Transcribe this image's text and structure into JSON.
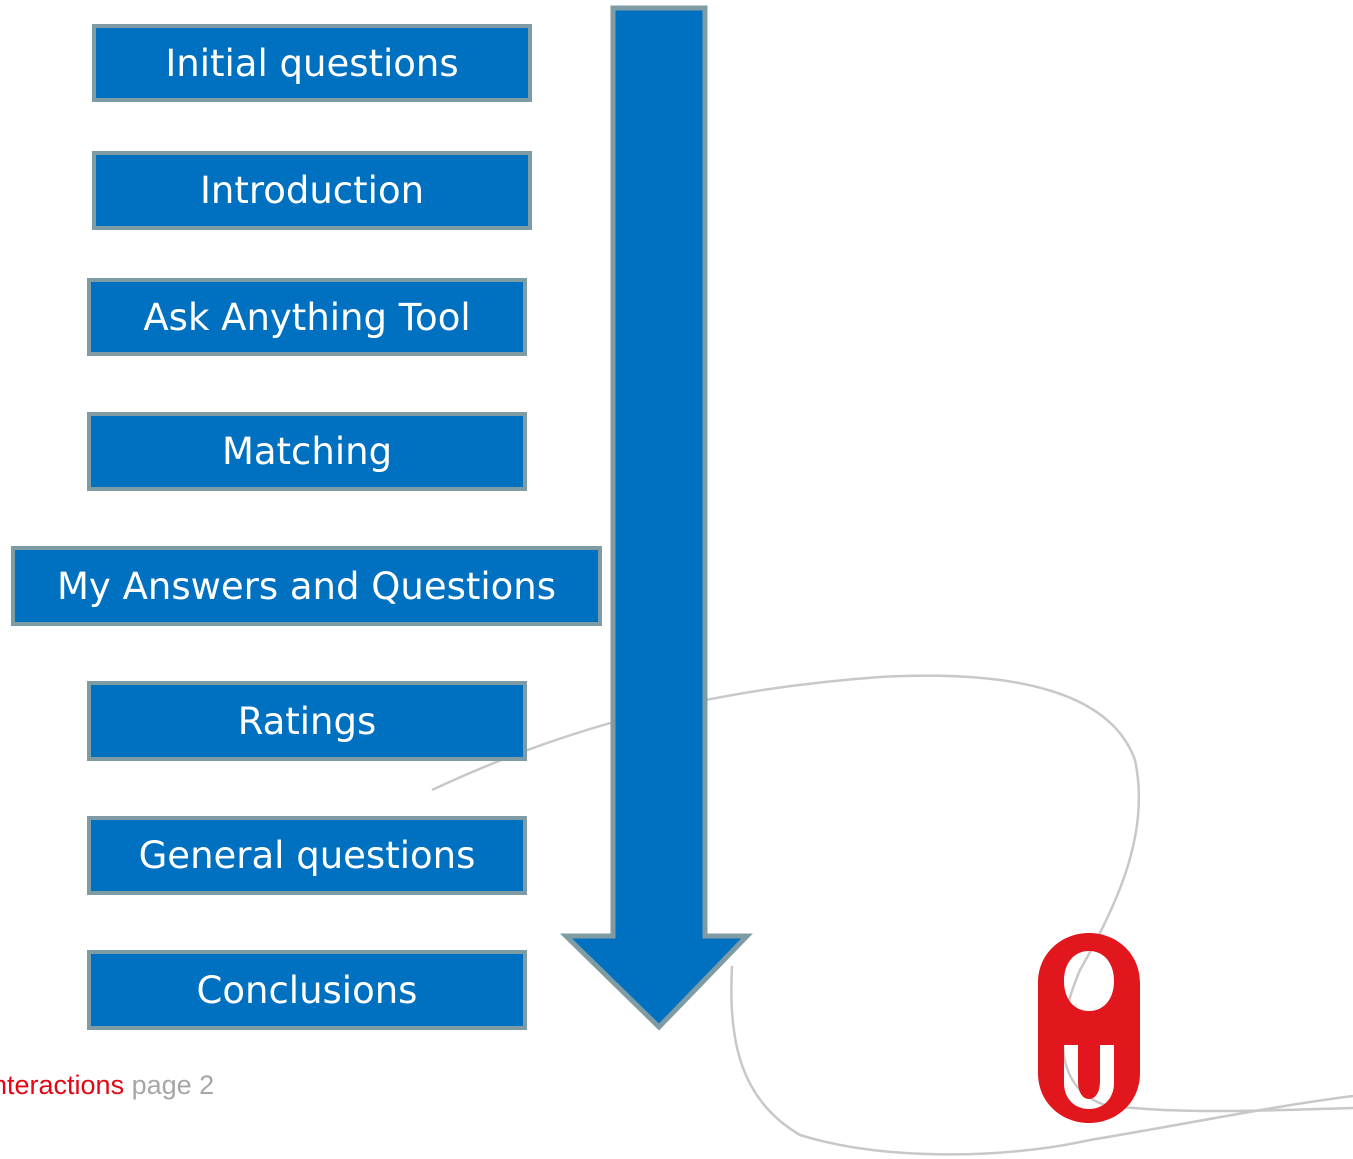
{
  "steps": [
    "Initial questions",
    "Introduction",
    "Ask Anything Tool",
    "Matching",
    "My Answers and Questions",
    "Ratings",
    "General questions",
    "Conclusions"
  ],
  "footer": {
    "title": "nteractions",
    "page": "page 2"
  },
  "colors": {
    "box_fill": "#0070c0",
    "box_border": "#7f9ba3",
    "footer_title": "#e30613",
    "footer_page": "#a6a6a6",
    "logo": "#e2161d"
  },
  "icons": {
    "flow": "down-arrow-icon",
    "logo": "university-logo-icon"
  }
}
